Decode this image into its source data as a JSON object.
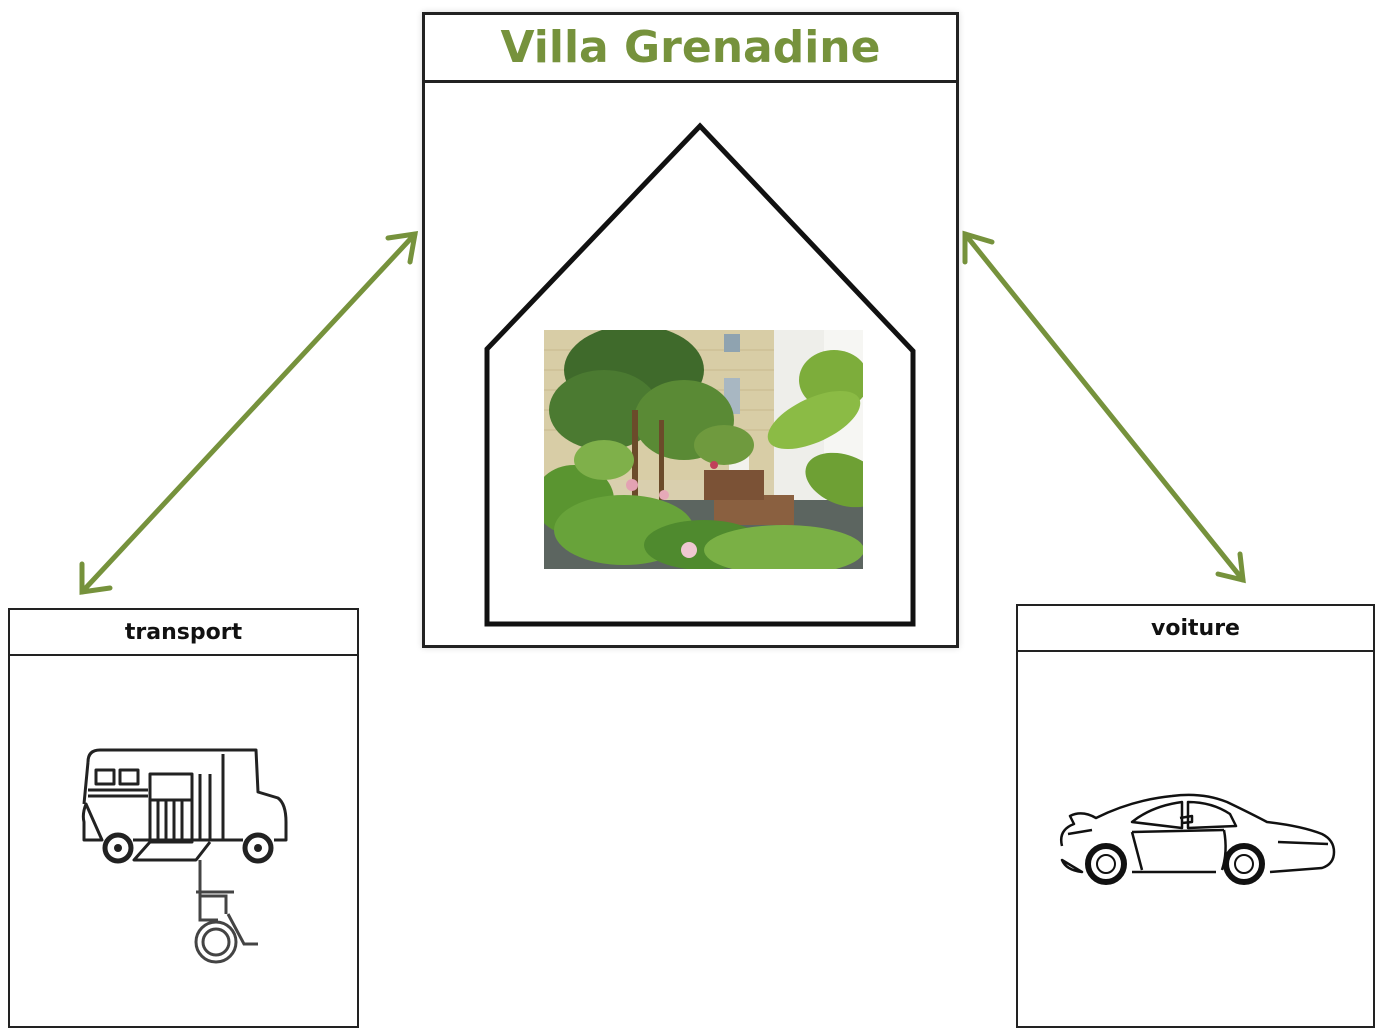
{
  "main": {
    "title": "Villa Grenadine",
    "title_color": "#76923c",
    "photo_icon": "building-garden-photo"
  },
  "transport": {
    "label": "transport",
    "icon": "accessible-van-icon"
  },
  "voiture": {
    "label": "voiture",
    "icon": "car-icon"
  },
  "arrow_color": "#76923c"
}
